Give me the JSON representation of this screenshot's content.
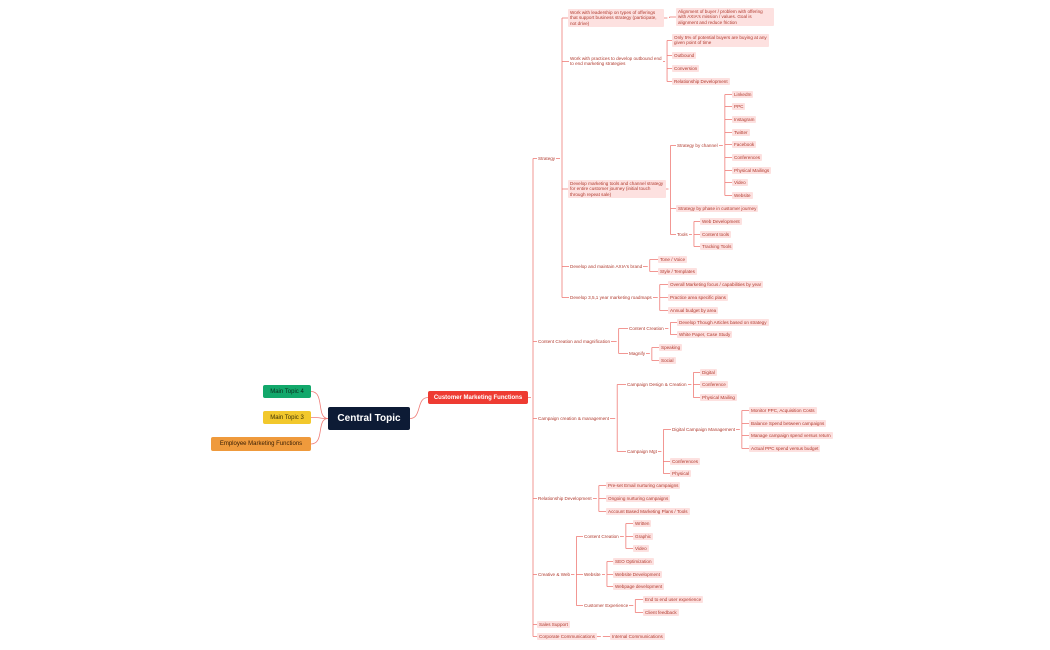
{
  "central": "Central Topic",
  "left_topics": [
    "Main Topic 4",
    "Main Topic 3",
    "Employee Marketing Functions"
  ],
  "main_branch": "Customer Marketing Functions",
  "colors": {
    "line": "#ef7d78",
    "central_bg": "#0d1b35",
    "main_bg": "#ee3b32",
    "topic4": "#12a86b",
    "topic3": "#f2c82c",
    "employee": "#ef9a3c",
    "node_fill": "#fde1e0",
    "node_text": "#b03a2e"
  },
  "nodes": {
    "strategy": "Strategy",
    "s_work_leadership": "Work with leadership on types of offerings that support business strategy (participate, not drive)",
    "s_alignment": "Alignment of buyer / problem with offering with AXIA's mission / values.  Goal is alignment and reduce friction",
    "s_work_practices": "Work with practices to develop outbound end to end marketing strategies",
    "s_only5": "Only 5% of potential buyers are buying at any given point of time",
    "s_outbound": "Outbound",
    "s_conversion": "Conversion",
    "s_relationship": "Relationship Development",
    "s_develop_tools": "Develop marketing tools and channel strategy for entire customer journey (initial touch through repeat sale)",
    "s_by_channel": "Strategy by channel",
    "ch_linkedin": "LinkedIn",
    "ch_ppc": "PPC",
    "ch_instagram": "Instagram",
    "ch_twitter": "Twitter",
    "ch_facebook": "Facebook",
    "ch_conferences": "Conferences",
    "ch_mailings": "Physical Mailings",
    "ch_video": "Video",
    "ch_website": "Website",
    "s_by_phase": "Strategy by phase in customer journey",
    "s_tools": "Tools",
    "t_web": "Web Development",
    "t_content": "Content tools",
    "t_tracking": "Tracking Tools",
    "s_brand": "Develop and maintain AXIA's brand",
    "b_tone": "Tone / Voice",
    "b_style": "Style / Templates",
    "s_roadmaps": "Develop 3,5,1 year marketing roadmaps",
    "r_overall": "Overall Marketing focus / capabilities by year",
    "r_practice": "Practice area specific plans",
    "r_budget": "Annual budget by area",
    "content_mag": "Content Creation and magnification",
    "cm_creation": "Content Creation",
    "cm_thought": "Develop Though Articles based on strategy",
    "cm_white": "White Paper, Case Study",
    "cm_magnify": "Magnify",
    "cm_speaking": "Speaking",
    "cm_social": "Social",
    "campaign": "Campaign creation & management",
    "cp_design": "Campaign Design & Creation",
    "cp_digital": "Digital",
    "cp_conference": "Conference",
    "cp_mailing": "Physical Mailing",
    "cp_mgt": "Campaign Mgt",
    "cp_dcm": "Digital Campaign Management",
    "cp_monitor": "Monitor PPC, Acquisition Costs",
    "cp_balance": "Balance Spend between campaigns",
    "cp_manage": "Manage campaign spend versus return",
    "cp_actual": "Actual PPC spend versus budget",
    "cp_conferences": "Conferences",
    "cp_physical": "Physical",
    "relationship": "Relationship Development",
    "rd_preset": "Pre-set Email nurturing campaigns",
    "rd_ongoing": "Ongoing nurturing campaigns",
    "rd_abm": "Account Based Marketing Plans / Tools",
    "creative": "Creative & Web",
    "cw_content": "Content Creation",
    "cw_written": "Written",
    "cw_graphic": "Graphic",
    "cw_video": "Video",
    "cw_website": "Website",
    "cw_seo": "SEO Optimization",
    "cw_webdev": "Website Development",
    "cw_webpage": "Webpage development",
    "cw_cx": "Customer Experience",
    "cw_e2e": "End to end user experience",
    "cw_feedback": "Client feedback",
    "sales": "Sales Support",
    "corp": "Corporate Communications",
    "corp_internal": "Internal Communications"
  }
}
